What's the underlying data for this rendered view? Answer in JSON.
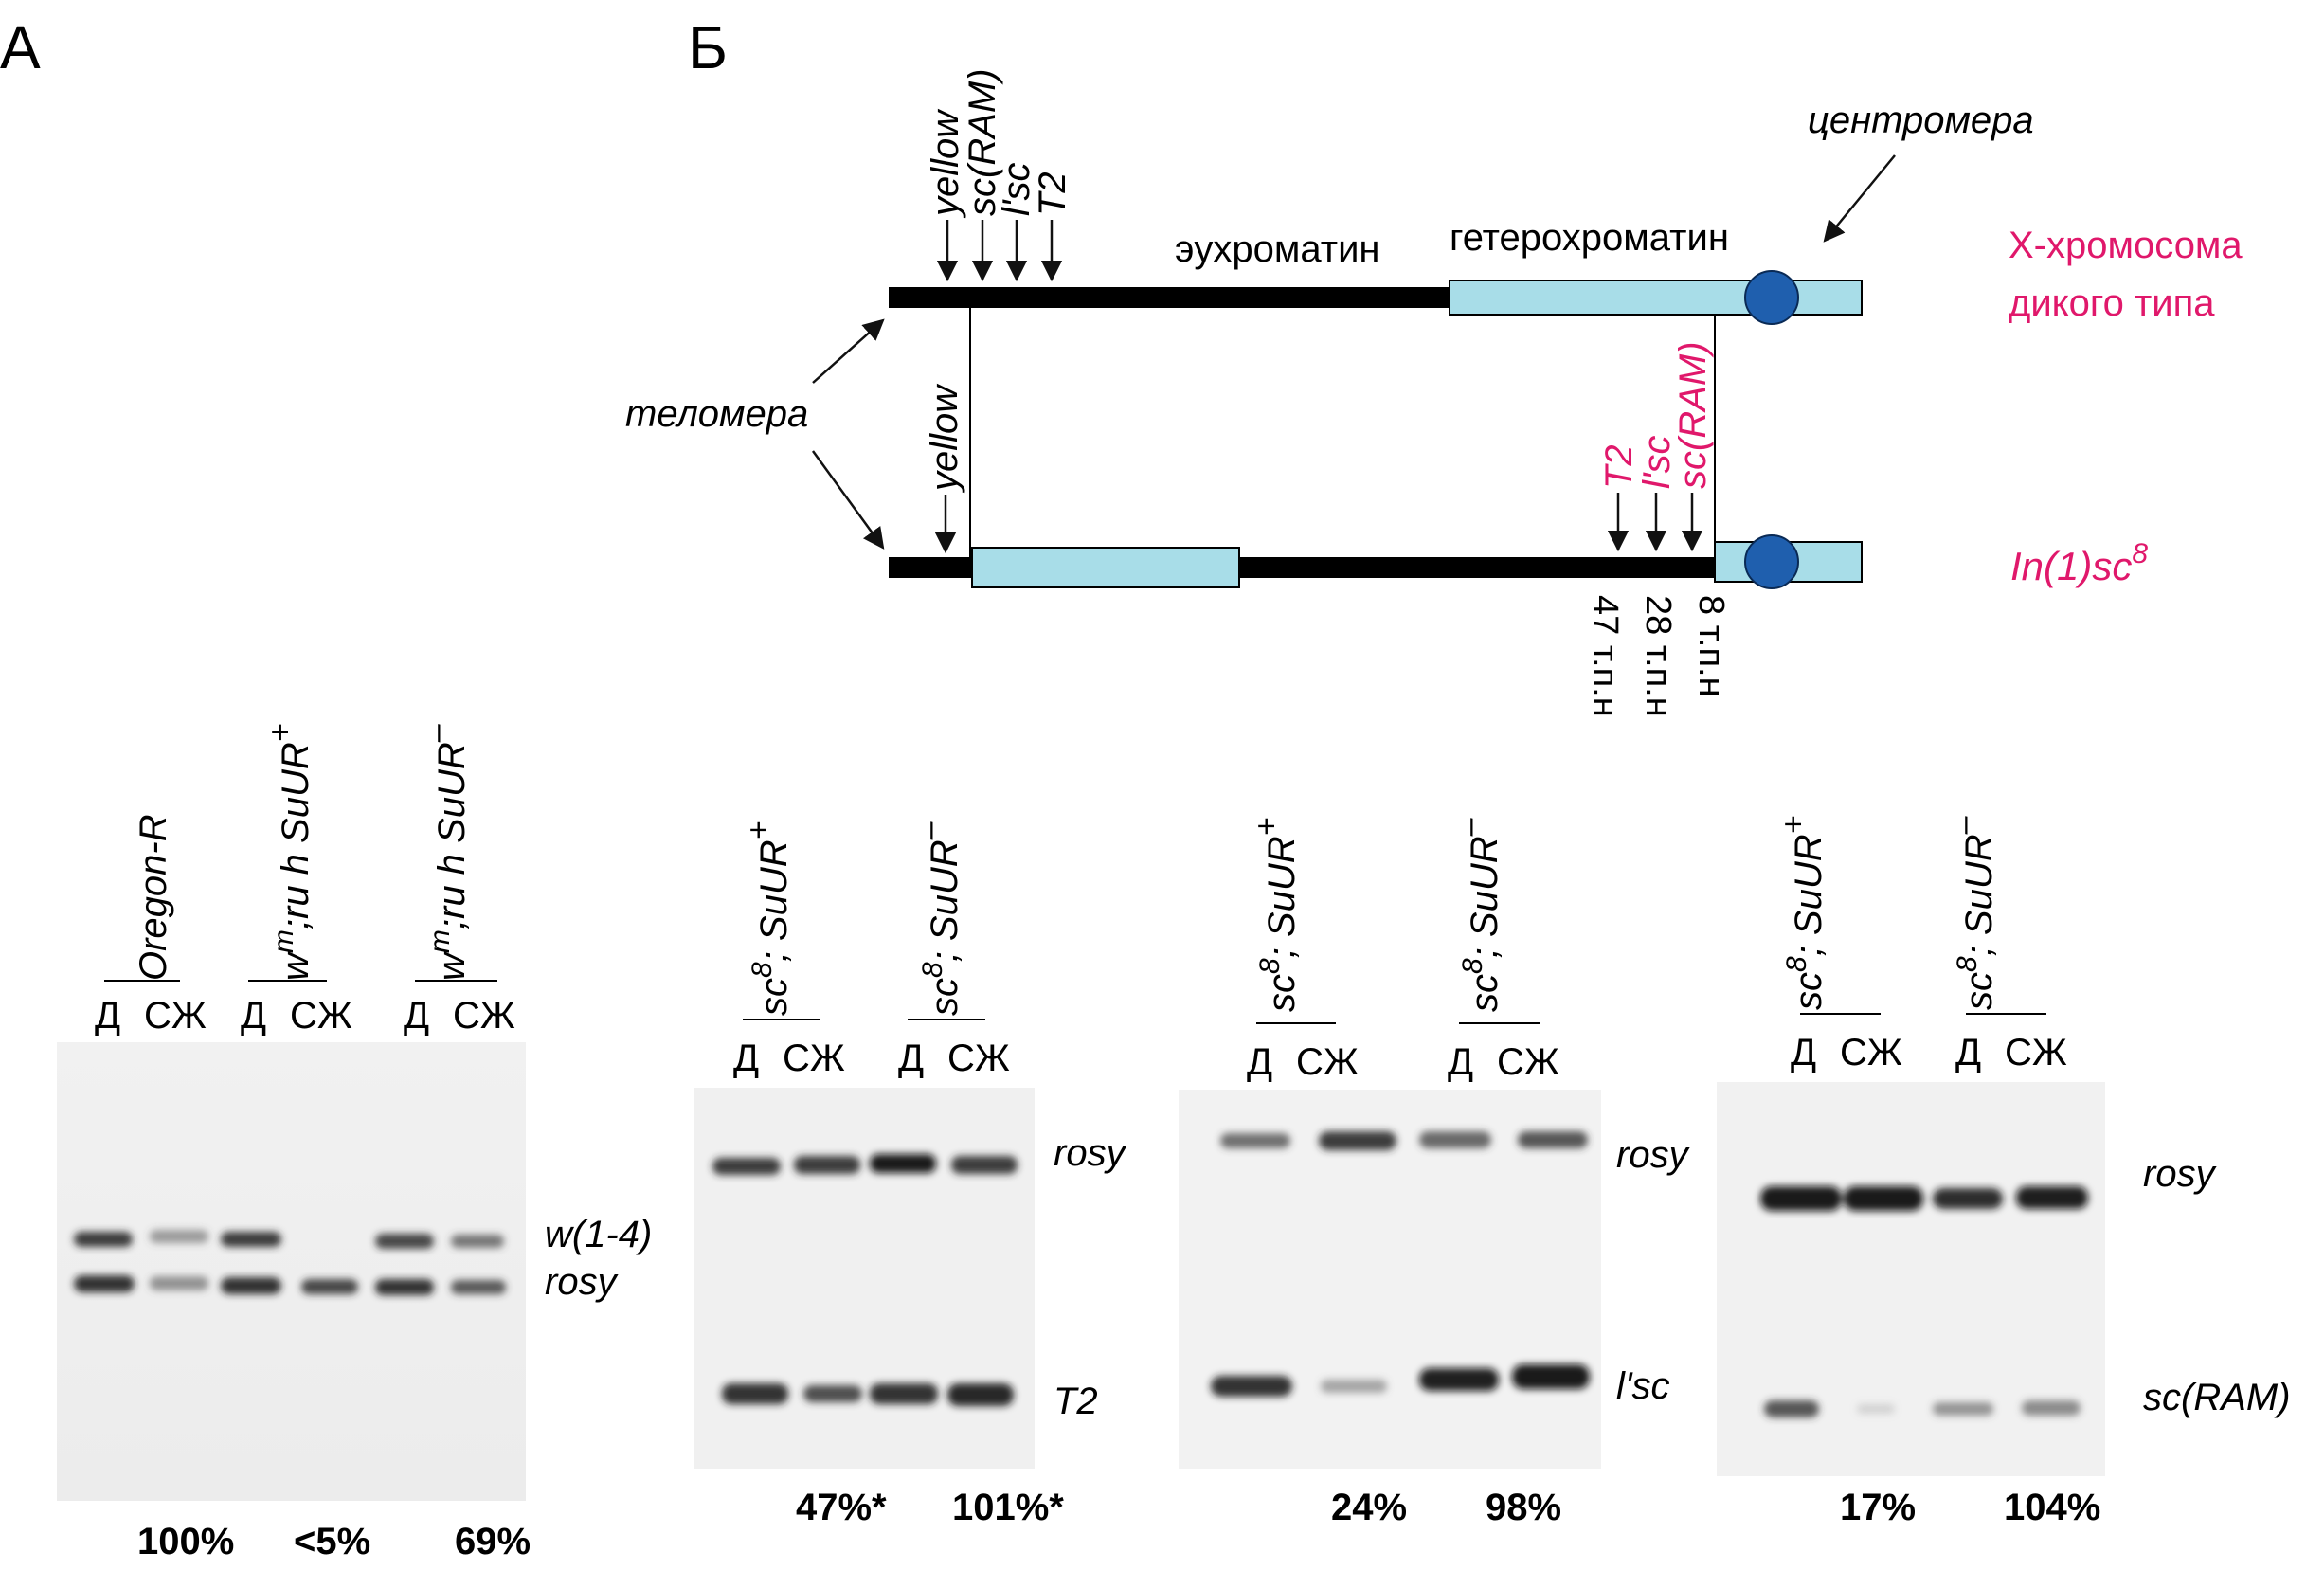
{
  "panels": {
    "a_label": "А",
    "b_label": "Б"
  },
  "diagram": {
    "euchromatin": "эухроматин",
    "heterochromatin": "гетерохроматин",
    "centromere": "центромера",
    "telomere": "теломера",
    "wildtype_line1": "X-хромосома",
    "wildtype_line2": "дикого типа",
    "inversion_name": "In(1)sc",
    "inversion_sup": "8",
    "top_genes": [
      "yellow",
      "sc(RAM)",
      "l'sc",
      "T2"
    ],
    "mid_gene": "yellow",
    "bottom_genes": [
      "T2",
      "l'sc",
      "sc(RAM)"
    ],
    "distances": [
      "47 т.п.н",
      "28 т.п.н",
      "8 т.п.н"
    ],
    "accent_color": "#e0186b",
    "hetero_color": "#a8dde8",
    "centromere_color": "#1f5fae"
  },
  "panel_a": {
    "genotypes": [
      {
        "base": "Oregon-R",
        "sup": ""
      },
      {
        "base": "w",
        "sup": "m",
        "rest": ";ru h SuUR",
        "sup2": "+"
      },
      {
        "base": "w",
        "sup": "m",
        "rest": ";ru h SuUR",
        "sup2": "–"
      }
    ],
    "lane_labels": [
      "Д",
      "СЖ"
    ],
    "band_labels": [
      "w(1-4)",
      "rosy"
    ],
    "percents": [
      "100%",
      "<5%",
      "69%"
    ]
  },
  "panel_b": {
    "blots": [
      {
        "genotypes": [
          {
            "base": "sc",
            "sup": "8",
            "rest": "; SuUR",
            "sup2": "+"
          },
          {
            "base": "sc",
            "sup": "8",
            "rest": "; SuUR",
            "sup2": "–"
          }
        ],
        "band_labels": [
          "rosy",
          "T2"
        ],
        "percents": [
          "47%*",
          "101%*"
        ]
      },
      {
        "genotypes": [
          {
            "base": "sc",
            "sup": "8",
            "rest": "; SuUR",
            "sup2": "+"
          },
          {
            "base": "sc",
            "sup": "8",
            "rest": "; SuUR",
            "sup2": "–"
          }
        ],
        "band_labels": [
          "rosy",
          "l'sc"
        ],
        "percents": [
          "24%",
          "98%"
        ]
      },
      {
        "genotypes": [
          {
            "base": "sc",
            "sup": "8",
            "rest": "; SuUR",
            "sup2": "+"
          },
          {
            "base": "sc",
            "sup": "8",
            "rest": "; SuUR",
            "sup2": "–"
          }
        ],
        "band_labels": [
          "rosy",
          "sc(RAM)"
        ],
        "percents": [
          "17%",
          "104%"
        ]
      }
    ],
    "lane_labels": [
      "Д",
      "СЖ"
    ]
  }
}
